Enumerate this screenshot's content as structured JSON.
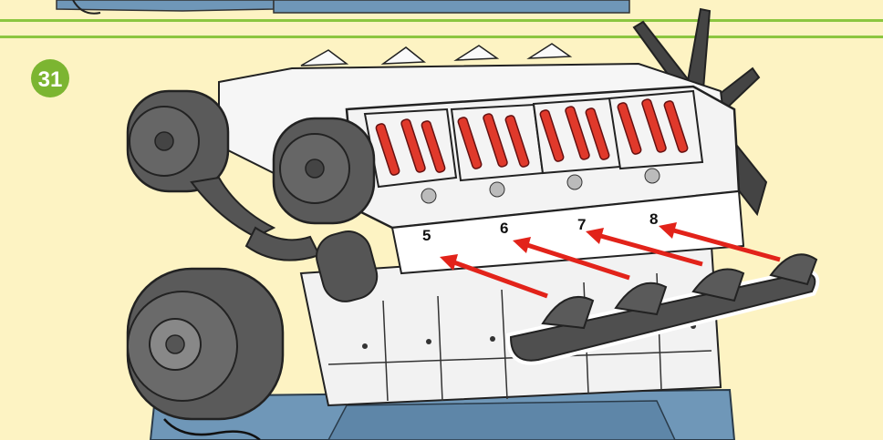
{
  "step": {
    "number": "31"
  },
  "callouts": [
    "5",
    "6",
    "7",
    "8"
  ],
  "colors": {
    "background": "#fdf3c3",
    "divider": "#8cc63f",
    "badge": "#7cb531",
    "base": "#6f97b8",
    "engine_body": "#f5f5f5",
    "rocker": "#e0392b",
    "arrow": "#e2231a",
    "manifold": "#555555"
  },
  "icons": [
    "step-badge-icon",
    "insert-arrow-icon"
  ]
}
